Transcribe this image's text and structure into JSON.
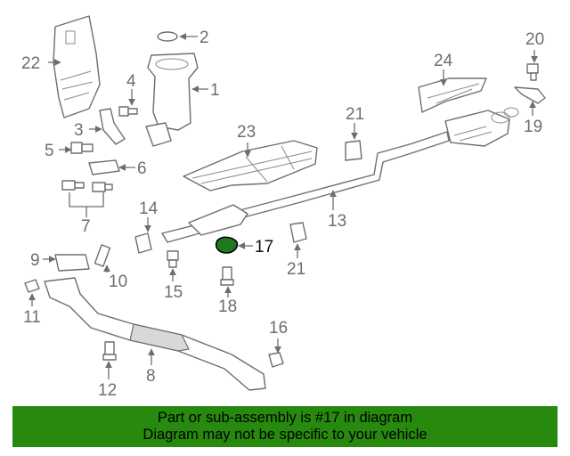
{
  "diagram": {
    "callouts": {
      "c1": "1",
      "c2": "2",
      "c3": "3",
      "c4": "4",
      "c5": "5",
      "c6": "6",
      "c7": "7",
      "c8": "8",
      "c9": "9",
      "c10": "10",
      "c11": "11",
      "c12": "12",
      "c13": "13",
      "c14": "14",
      "c15": "15",
      "c16": "16",
      "c17": "17",
      "c18": "18",
      "c19": "19",
      "c20": "20",
      "c21a": "21",
      "c21b": "21",
      "c22": "22",
      "c23": "23",
      "c24": "24"
    },
    "highlighted_part": "17",
    "highlight_color": "#1f7a1f"
  },
  "banner": {
    "line1": "Part or sub-assembly is #17 in diagram",
    "line2": "Diagram may not be specific to your vehicle",
    "color": "#278a0e"
  }
}
